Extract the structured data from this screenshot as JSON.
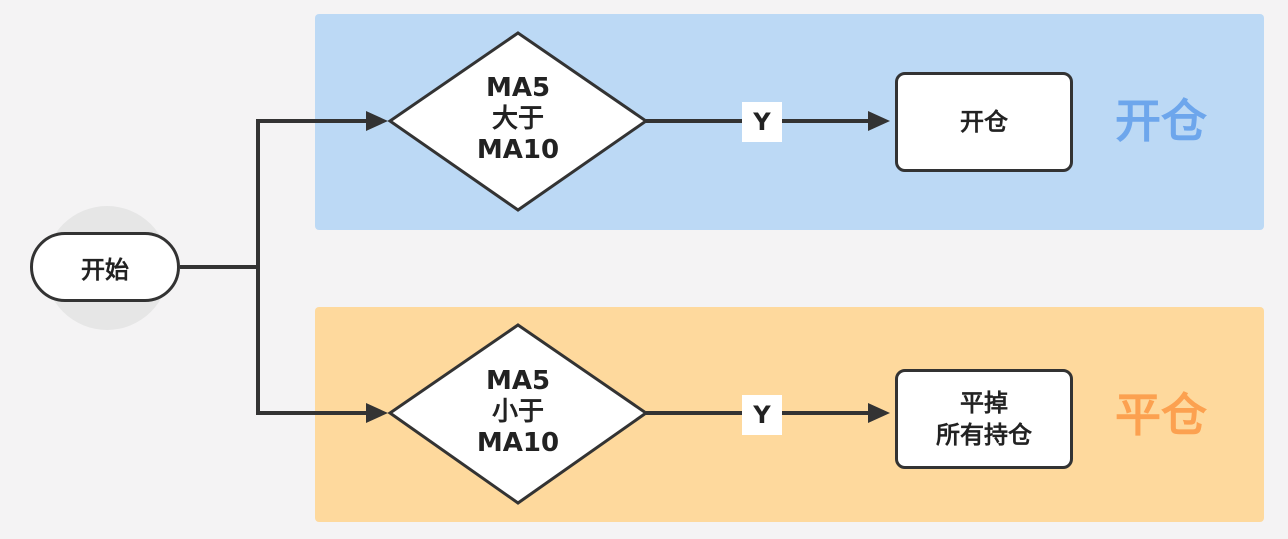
{
  "lanes": {
    "open_label": "开仓",
    "close_label": "平仓"
  },
  "start": {
    "label": "开始"
  },
  "open_branch": {
    "decision_lines": [
      "MA5",
      "大于",
      "MA10"
    ],
    "yes_label": "Y",
    "action_lines": [
      "开仓"
    ]
  },
  "close_branch": {
    "decision_lines": [
      "MA5",
      "小于",
      "MA10"
    ],
    "yes_label": "Y",
    "action_lines": [
      "平掉",
      "所有持仓"
    ]
  },
  "colors": {
    "background": "#f4f3f4",
    "open_lane": "#bcd9f5",
    "open_label": "#6da6ec",
    "close_lane": "#fed99d",
    "close_label": "#fca150",
    "stroke": "#333333"
  }
}
